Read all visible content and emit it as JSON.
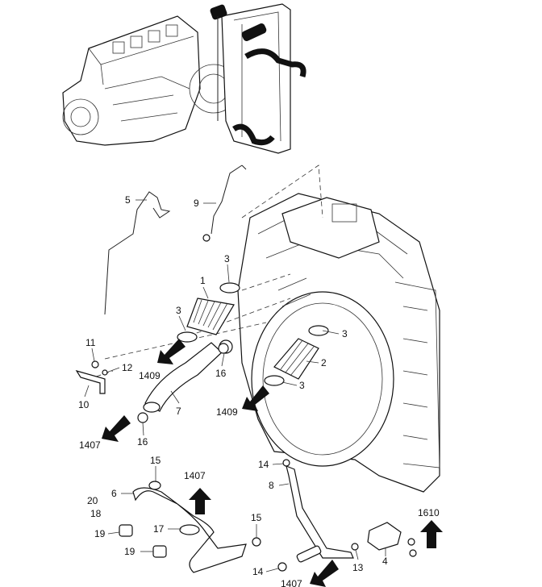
{
  "callouts": {
    "c1": "1",
    "c2": "2",
    "c3a": "3",
    "c3b": "3",
    "c3c": "3",
    "c3d": "3",
    "c4": "4",
    "c5": "5",
    "c6": "6",
    "c7": "7",
    "c8": "8",
    "c9": "9",
    "c10": "10",
    "c11": "11",
    "c12": "12",
    "c13": "13",
    "c14a": "14",
    "c14b": "14",
    "c15a": "15",
    "c15b": "15",
    "c16a": "16",
    "c16b": "16",
    "c17": "17",
    "c18": "18",
    "c19a": "19",
    "c19b": "19",
    "c20": "20"
  },
  "references": {
    "r1409a": "1409",
    "r1409b": "1409",
    "r1407a": "1407",
    "r1407b": "1407",
    "r1407c": "1407",
    "r1610": "1610"
  }
}
